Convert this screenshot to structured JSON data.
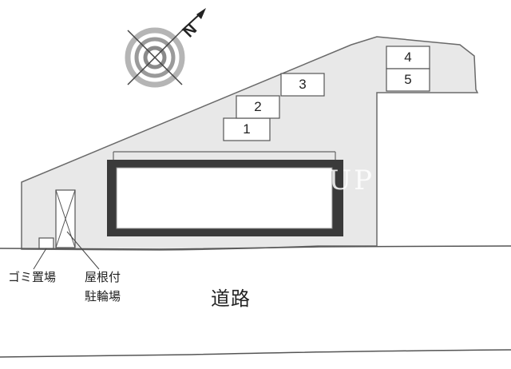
{
  "compass": {
    "label": "N"
  },
  "parking_spaces": [
    {
      "number": "1"
    },
    {
      "number": "2"
    },
    {
      "number": "3"
    },
    {
      "number": "4"
    },
    {
      "number": "5"
    }
  ],
  "labels": {
    "garbage": "ゴミ置場",
    "bike_parking_line1": "屋根付",
    "bike_parking_line2": "駐輪場",
    "road": "道路"
  },
  "watermark": "APPAS GROUP",
  "colors": {
    "lot": "#e8e8e8",
    "outline": "#666666",
    "building_border": "#3a3a3a"
  }
}
